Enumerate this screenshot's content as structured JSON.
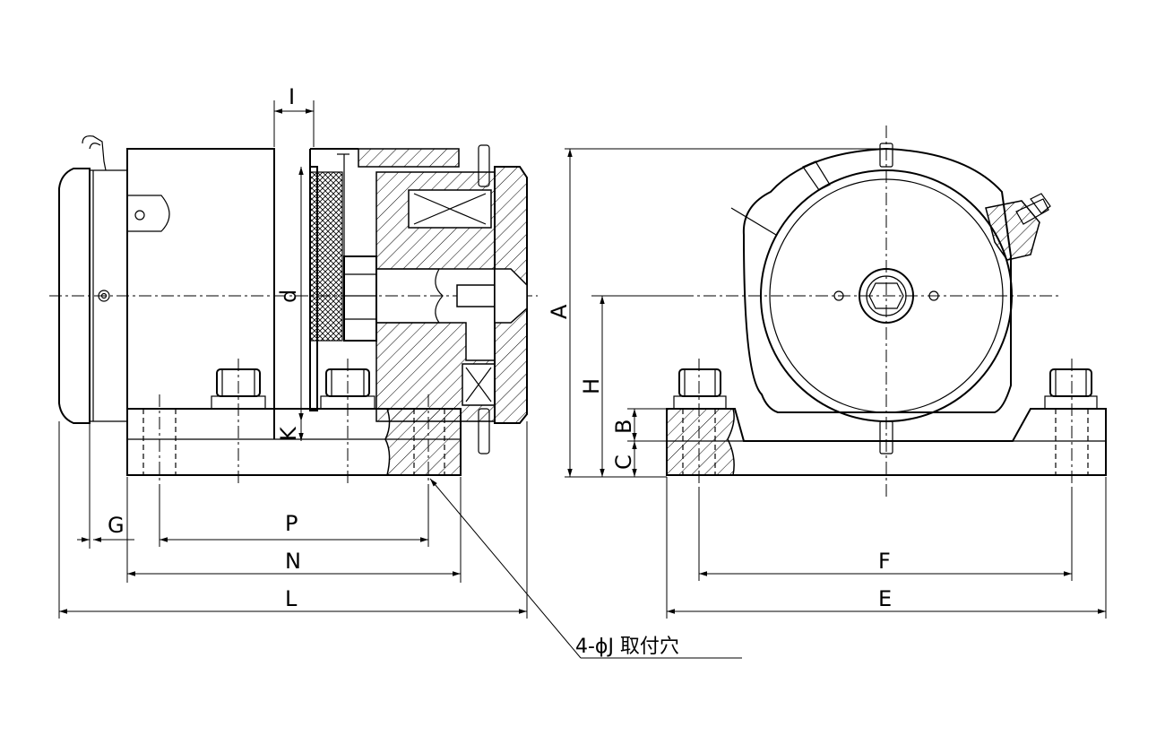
{
  "labels": {
    "I": "I",
    "d": "d",
    "K": "K",
    "A": "A",
    "H": "H",
    "B": "B",
    "C": "C",
    "G": "G",
    "P": "P",
    "N": "N",
    "L": "L",
    "F": "F",
    "E": "E"
  },
  "note": "4-ϕJ 取付穴",
  "colors": {
    "line": "#000000",
    "background": "#ffffff"
  }
}
